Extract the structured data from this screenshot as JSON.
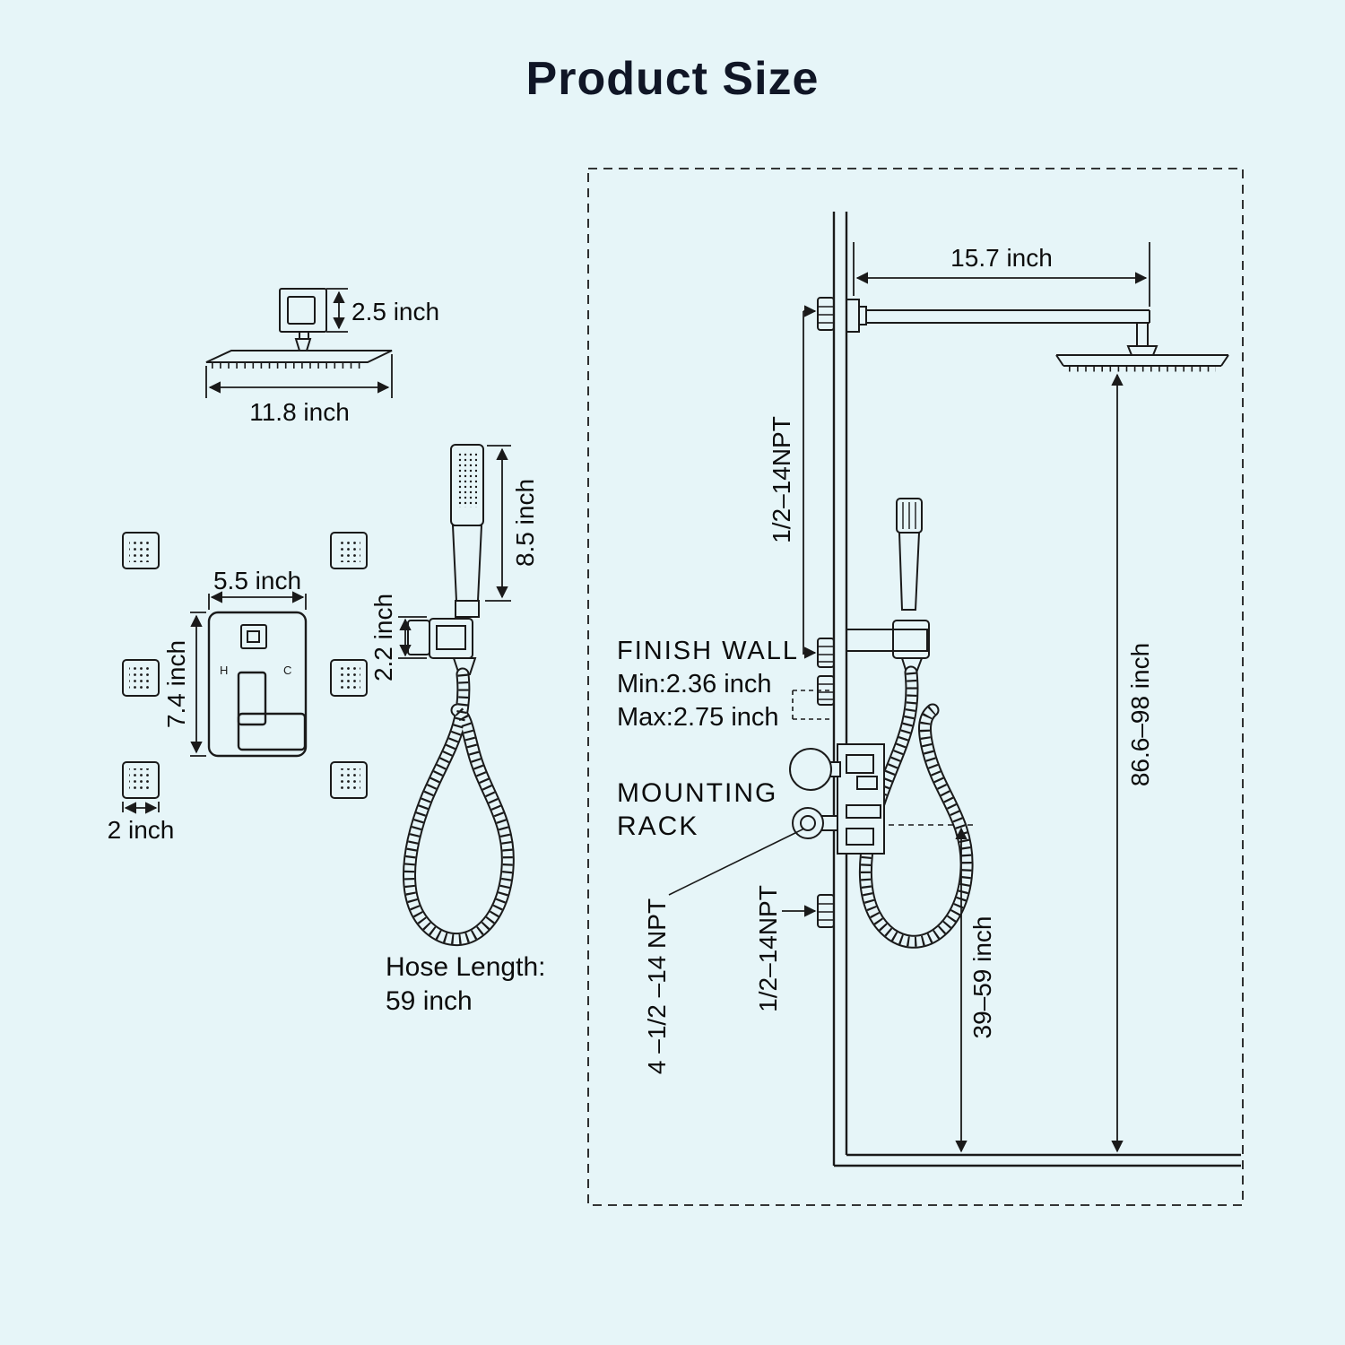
{
  "title": "Product Size",
  "colors": {
    "background": "#e6f5f8",
    "line": "#1a1a1a",
    "text": "#0c0c0c"
  },
  "left_panel": {
    "rain_head": {
      "thickness": "2.5 inch",
      "width": "11.8 inch"
    },
    "valve": {
      "width": "5.5 inch",
      "height": "7.4 inch",
      "hot": "H",
      "cold": "C"
    },
    "body_jet": {
      "size": "2 inch"
    },
    "hand_shower": {
      "length": "8.5 inch",
      "holder_height": "2.2 inch",
      "hose_line1": "Hose Length:",
      "hose_line2": "59 inch"
    }
  },
  "install_panel": {
    "arm_length": "15.7 inch",
    "top_thread": "1/2–14NPT",
    "finish_wall": {
      "title": "FINISH WALL",
      "min": "Min:2.36 inch",
      "max": "Max:2.75 inch"
    },
    "mounting_rack": {
      "line1": "MOUNTING",
      "line2": "RACK"
    },
    "valve_thread": "4 –1/2 –14 NPT",
    "bottom_thread": "1/2–14NPT",
    "hand_shower_height": "39–59 inch",
    "overall_height": "86.6–98 inch"
  }
}
